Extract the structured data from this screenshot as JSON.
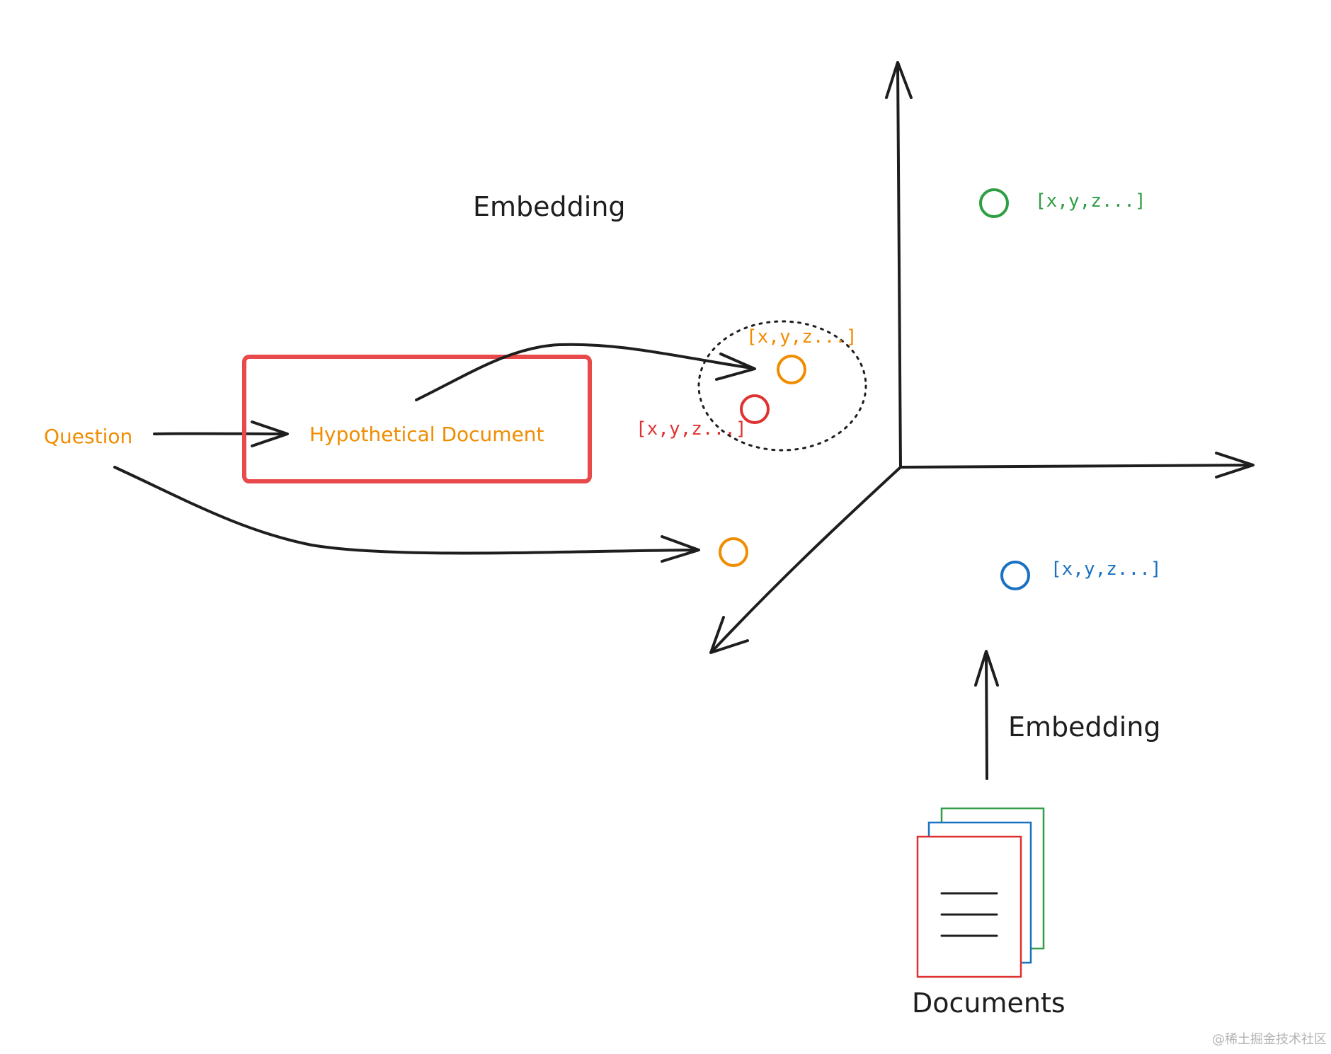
{
  "labels": {
    "embedding_top": "Embedding",
    "embedding_bottom": "Embedding",
    "question": "Question",
    "hypothetical_document": "Hypothetical Document",
    "documents": "Documents",
    "coord_green": "[x,y,z...]",
    "coord_orange": "[x,y,z...]",
    "coord_red": "[x,y,z...]",
    "coord_blue": "[x,y,z...]",
    "watermark": "@稀土掘金技术社区"
  },
  "colors": {
    "ink": "#1e1e1e",
    "orange": "#f08c00",
    "red": "#e03131",
    "green": "#2f9e44",
    "blue": "#1971c2",
    "highlight_box": "#e8494a"
  },
  "icons": {
    "documents": "stacked-documents-icon"
  }
}
